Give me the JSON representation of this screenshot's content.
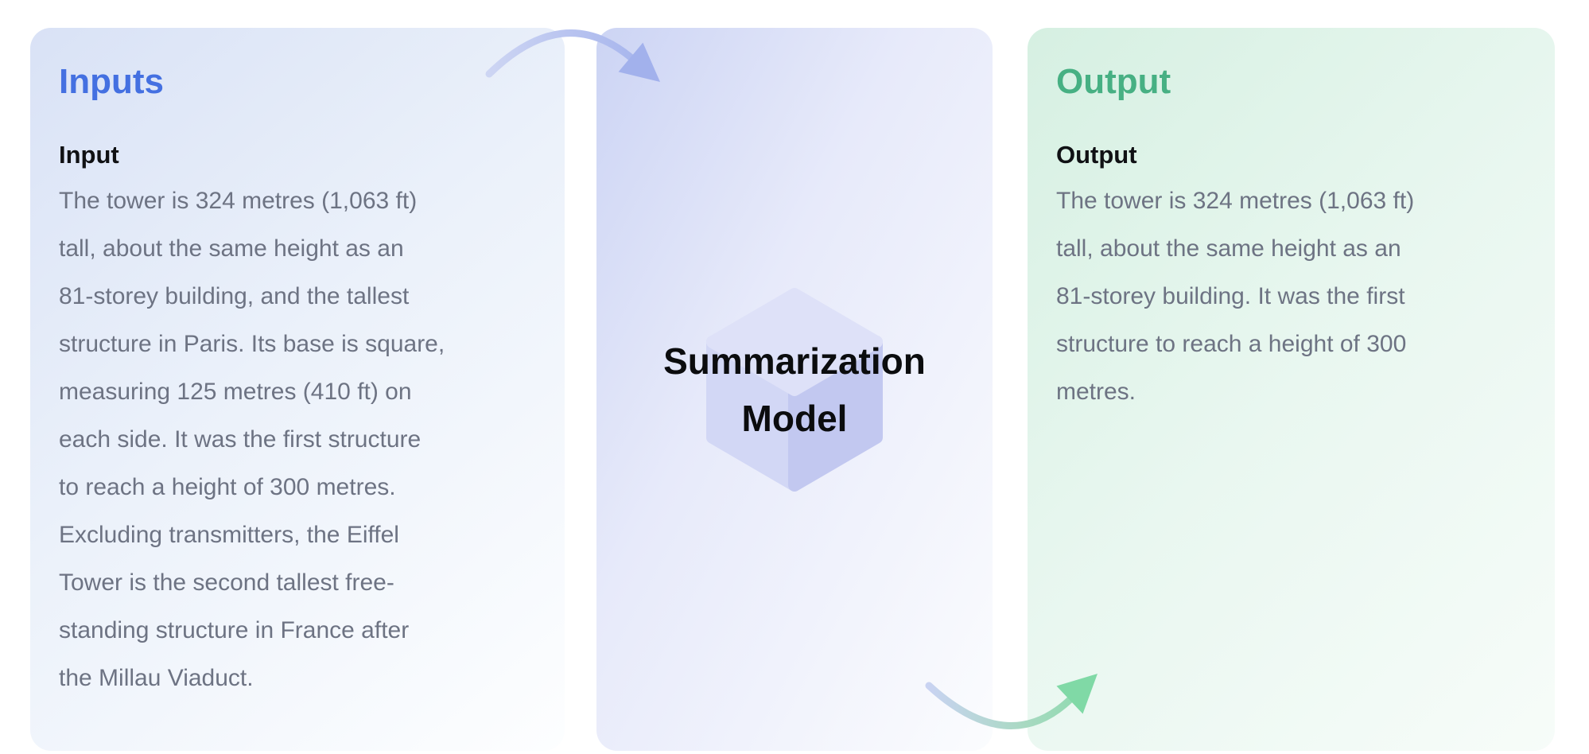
{
  "panels": {
    "inputs": {
      "heading": "Inputs",
      "label": "Input",
      "body": "The tower is 324 metres (1,063 ft)\ntall, about the same height as an\n81-storey building, and the tallest\nstructure in Paris. Its base is square,\nmeasuring 125 metres (410 ft) on\neach side. It was the first structure\nto reach a height of 300 metres.\nExcluding transmitters, the Eiffel\nTower is the second tallest free-\nstanding structure in France after\nthe Millau Viaduct."
    },
    "model": {
      "title": "Summarization\nModel"
    },
    "output": {
      "heading": "Output",
      "label": "Output",
      "body": "The tower is 324 metres (1,063 ft)\ntall, about the same height as an\n81-storey building. It was the first\nstructure to reach a height of 300\nmetres."
    }
  },
  "icons": {
    "model_cube": "3d-cube",
    "input_flow_arrow": "curved-arrow-down-right",
    "output_flow_arrow": "curved-arrow-up-right"
  },
  "colors": {
    "inputs_heading": "#4470e1",
    "output_heading": "#47b083",
    "label_text": "#101114",
    "body_text": "#6d7383",
    "model_title": "#0b0c0e",
    "input_arrow": "#a2b1ec",
    "output_arrow": "#80d9a6",
    "cube_top": "#dee1f8",
    "cube_left": "#d2d7f5",
    "cube_right": "#c2c8f0",
    "inputs_panel_top": "#d9e2f6",
    "model_panel_top": "#ccd4f4",
    "output_panel_top": "#d6f0e2",
    "panel_fade": "#fdfeff"
  }
}
